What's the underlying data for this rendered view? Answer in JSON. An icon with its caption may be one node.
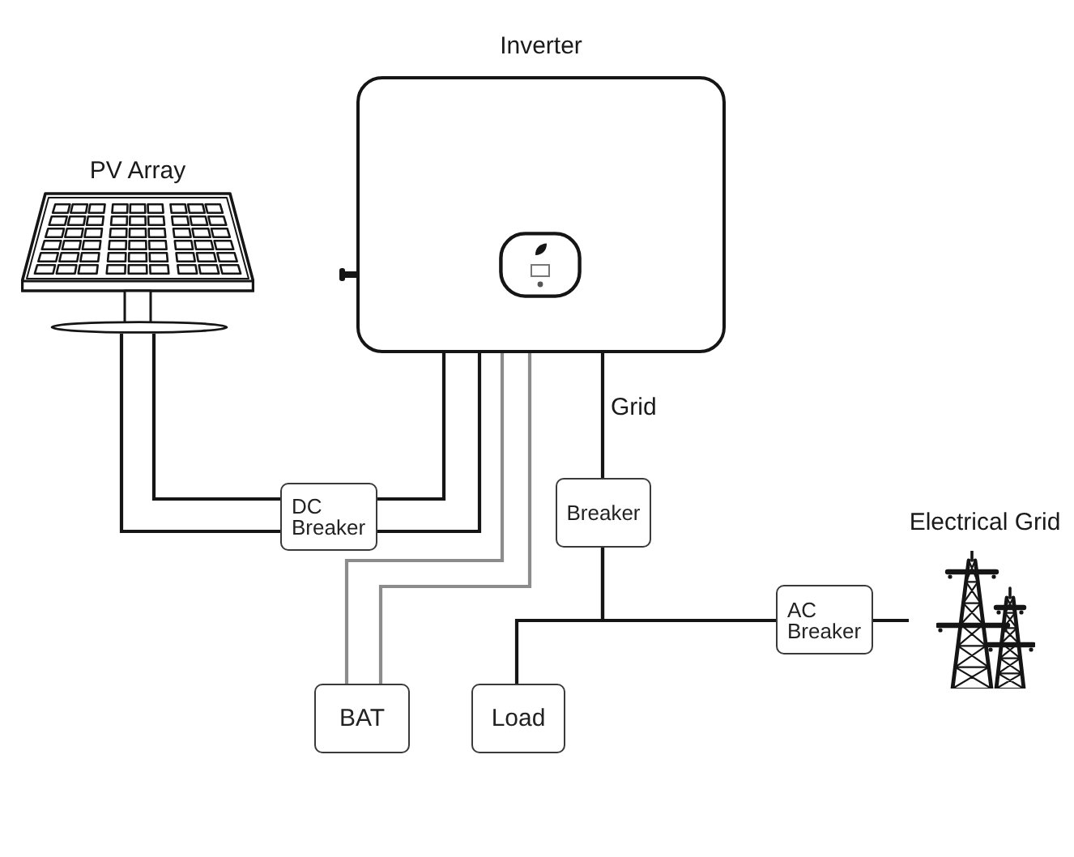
{
  "diagram": {
    "nodes": [
      {
        "text": [
          "Inverter"
        ]
      },
      {
        "text": [
          "PV Array"
        ]
      },
      {
        "text": [
          "DC Breaker"
        ]
      },
      {
        "text": [
          "Breaker"
        ]
      },
      {
        "text": [
          "Electrical Grid"
        ]
      },
      {
        "text": [
          "AC Breaker"
        ]
      },
      {
        "text": [
          "BAT"
        ]
      },
      {
        "text": [
          "Load"
        ]
      }
    ],
    "edges": [
      {
        "from": 1,
        "to": 2,
        "arrow": "none"
      },
      {
        "from": 1,
        "to": 2,
        "arrow": "none"
      },
      {
        "from": 2,
        "to": 0,
        "arrow": "none"
      },
      {
        "from": 2,
        "to": 0,
        "arrow": "none"
      },
      {
        "from": 0,
        "to": 6,
        "arrow": "none",
        "color": "#8c8c8c"
      },
      {
        "from": 0,
        "to": 6,
        "arrow": "none",
        "color": "#8c8c8c"
      },
      {
        "from": 0,
        "to": 3,
        "arrow": "none",
        "label": "Grid"
      },
      {
        "from": 3,
        "to": 5,
        "arrow": "none"
      },
      {
        "from": 3,
        "to": 7,
        "arrow": "none"
      },
      {
        "from": 5,
        "to": 4,
        "arrow": "none"
      }
    ]
  }
}
